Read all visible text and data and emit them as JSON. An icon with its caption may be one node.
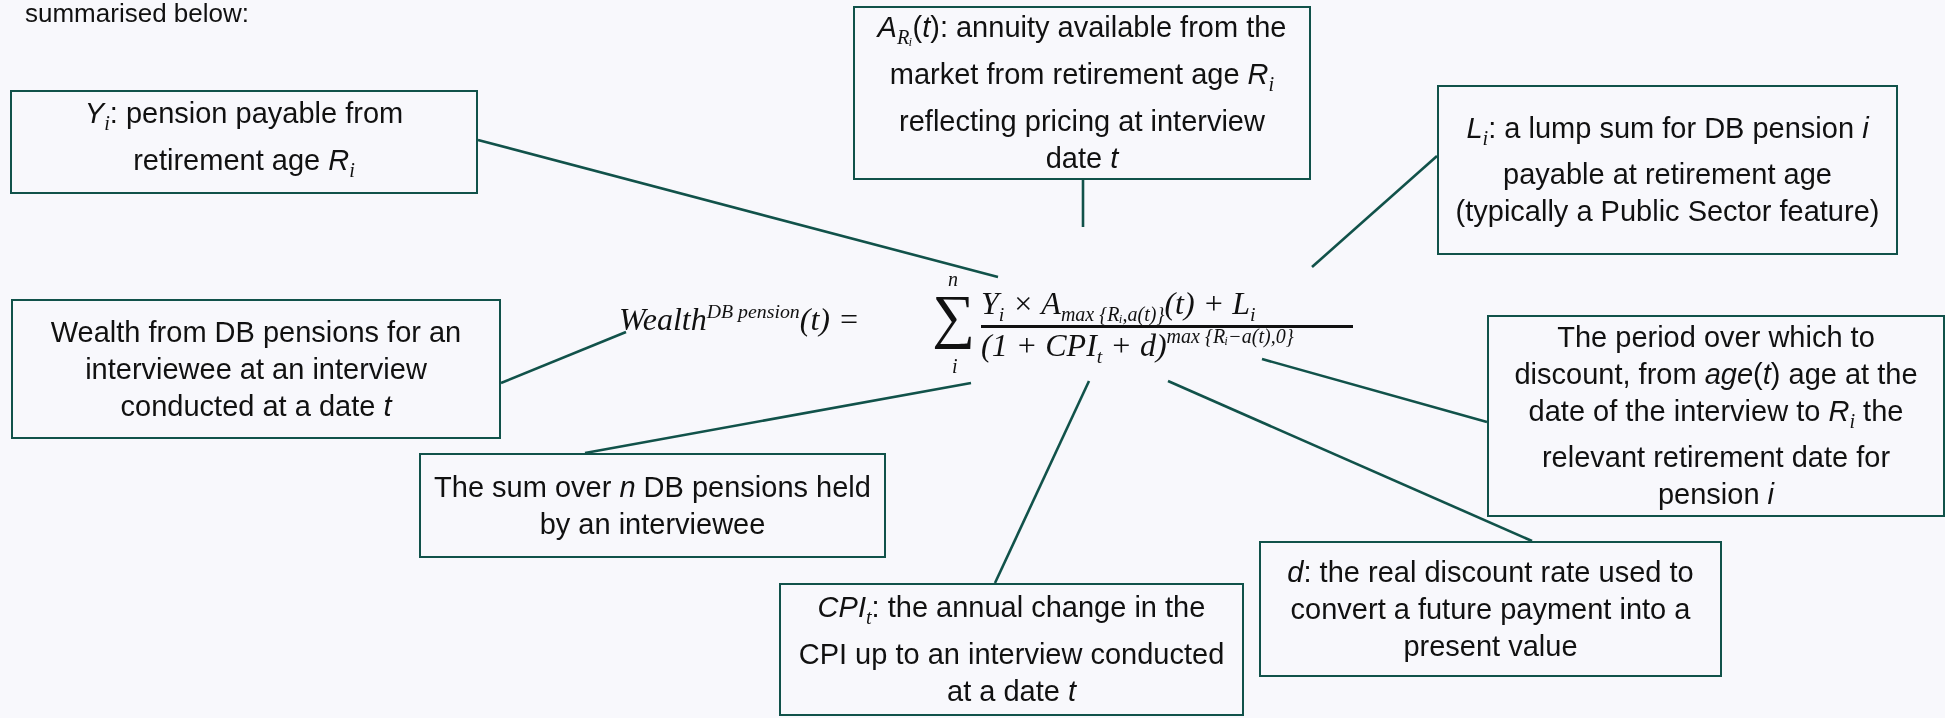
{
  "diagram": {
    "nodes": [
      {
        "text": [
          "*A*$_{Rᵢ}$(*t*): annuity available from the market from retirement age *R*$_{i}$ reflecting pricing at interview date *t*"
        ]
      },
      {
        "text": [
          "*Y*$_{i}$: pension payable from retirement age *R*$_{i}$"
        ]
      },
      {
        "text": [
          "*L*$_{i}$: a lump sum for DB pension *i* payable at retirement age (typically a Public Sector feature)"
        ]
      },
      {
        "text": [
          "Wealth$^{DB pension}$(t) =",
          "n",
          "∑",
          "i",
          "Y$_{i}$ × A",
          "max {Rᵢ,a(t)}",
          "(t) + L$_{i}$",
          "(1 + CPI$_{t}$ + d)",
          "max {Rᵢ−a(t),0}"
        ]
      },
      {
        "text": [
          "Wealth from DB pensions for an interviewee at an interview conducted at a date *t*"
        ]
      },
      {
        "text": [
          "The period over which to discount, from *age*(*t*) age at the date of the interview to *R*$_{i}$ the relevant retirement date for pension *i*"
        ]
      },
      {
        "text": [
          "The sum over *n* DB pensions held by an interviewee"
        ]
      },
      {
        "text": [
          "*d*: the real discount rate used to convert a future payment into a present value"
        ]
      },
      {
        "text": [
          "*CPI*$_{t}$: the annual change in the CPI up to an interview conducted at a date *t*"
        ]
      }
    ],
    "edges": [
      {
        "from": 1,
        "to": 3,
        "arrow": "none"
      },
      {
        "from": 0,
        "to": 3,
        "arrow": "none"
      },
      {
        "from": 2,
        "to": 3,
        "arrow": "none"
      },
      {
        "from": 4,
        "to": 3,
        "arrow": "none"
      },
      {
        "from": 6,
        "to": 3,
        "arrow": "none"
      },
      {
        "from": 8,
        "to": 3,
        "arrow": "none"
      },
      {
        "from": 7,
        "to": 3,
        "arrow": "none"
      },
      {
        "from": 5,
        "to": 3,
        "arrow": "none"
      }
    ],
    "labels": [
      "summarised below:"
    ]
  }
}
